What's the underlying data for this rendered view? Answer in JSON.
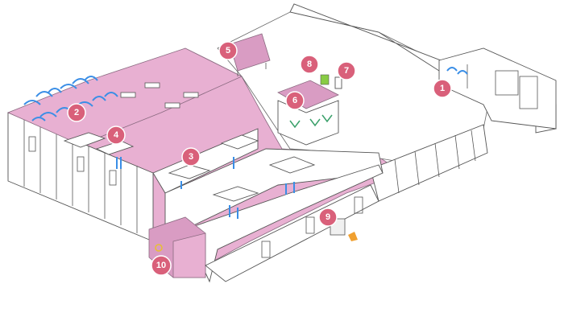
{
  "colors": {
    "accent": "#d9607a",
    "floor": "#e8b0d2",
    "airflow": "#3a8ee6",
    "wall": "#ffffff"
  },
  "markers": [
    "1",
    "2",
    "3",
    "4",
    "5",
    "6",
    "7",
    "8",
    "9",
    "10"
  ]
}
